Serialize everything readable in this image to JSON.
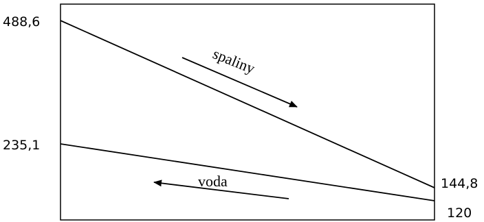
{
  "diagram": {
    "left_values": {
      "top": "488,6",
      "middle": "235,1"
    },
    "right_values": {
      "top": "144,8",
      "bottom": "120"
    },
    "lines": {
      "flue_gas": "spaliny",
      "water": "voda"
    },
    "colors": {
      "stroke": "#000000",
      "background": "#ffffff"
    }
  }
}
